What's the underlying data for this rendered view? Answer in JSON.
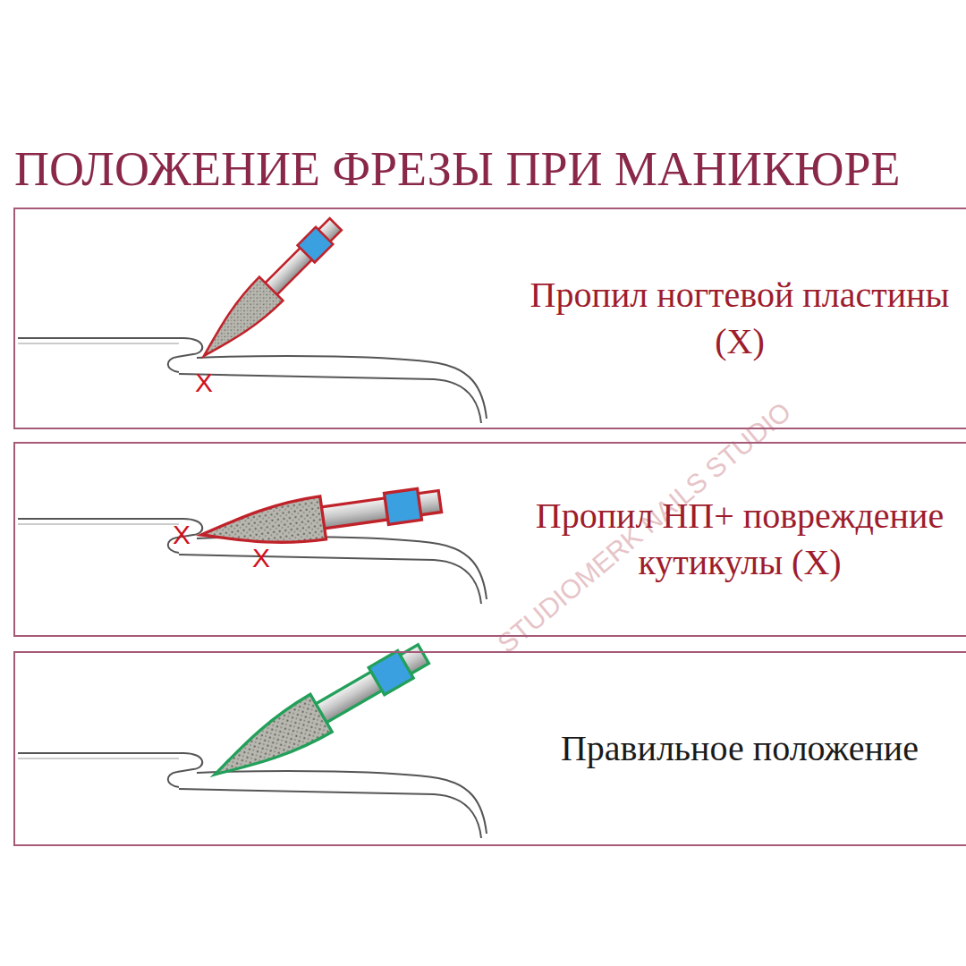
{
  "diagram": {
    "title": "ПОЛОЖЕНИЕ ФРЕЗЫ ПРИ МАНИКЮРЕ",
    "nodes": [
      {
        "text": [
          "Пропил ногтевой пластины (X)"
        ]
      },
      {
        "text": [
          "Пропил НП+ повреждение кутикулы (X)"
        ]
      },
      {
        "text": [
          "Правильное положение"
        ]
      }
    ],
    "labels": [
      "X",
      "X",
      "X",
      "STUDIOMERK NAILS STUDIO"
    ]
  }
}
